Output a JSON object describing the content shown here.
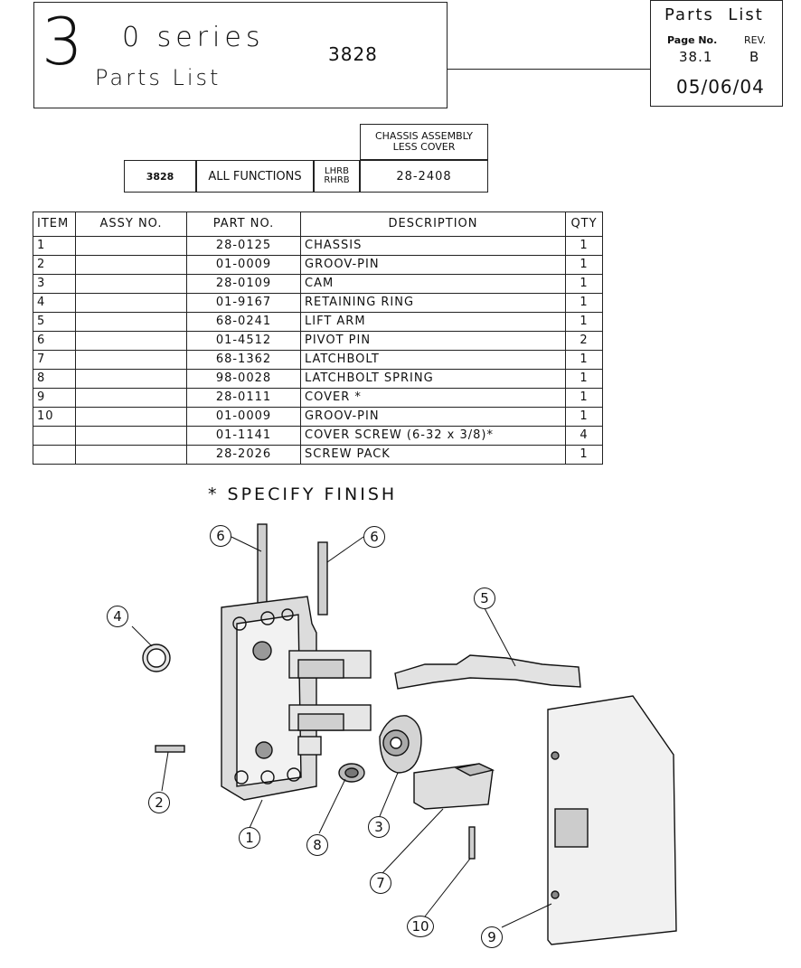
{
  "header": {
    "big_number": "3",
    "series_text": "0 series",
    "parts_list_text": "Parts List",
    "model": "3828"
  },
  "page_box": {
    "title": "Parts  List",
    "page_no_label": "Page No.",
    "rev_label": "REV.",
    "page_no": "38.1",
    "rev": "B",
    "date": "05/06/04"
  },
  "assembly_header": {
    "assembly_title_line1": "CHASSIS ASSEMBLY",
    "assembly_title_line2": "LESS COVER",
    "model": "3828",
    "function": "ALL FUNCTIONS",
    "hand_line1": "LHRB",
    "hand_line2": "RHRB",
    "part_no": "28-2408"
  },
  "parts_table": {
    "columns": [
      "ITEM",
      "ASSY NO.",
      "PART NO.",
      "DESCRIPTION",
      "QTY"
    ],
    "rows": [
      {
        "item": "1",
        "assy": "",
        "part": "28-0125",
        "desc": "CHASSIS",
        "qty": "1"
      },
      {
        "item": "2",
        "assy": "",
        "part": "01-0009",
        "desc": "GROOV-PIN",
        "qty": "1"
      },
      {
        "item": "3",
        "assy": "",
        "part": "28-0109",
        "desc": "CAM",
        "qty": "1"
      },
      {
        "item": "4",
        "assy": "",
        "part": "01-9167",
        "desc": "RETAINING RING",
        "qty": "1"
      },
      {
        "item": "5",
        "assy": "",
        "part": "68-0241",
        "desc": "LIFT ARM",
        "qty": "1"
      },
      {
        "item": "6",
        "assy": "",
        "part": "01-4512",
        "desc": "PIVOT PIN",
        "qty": "2"
      },
      {
        "item": "7",
        "assy": "",
        "part": "68-1362",
        "desc": "LATCHBOLT",
        "qty": "1"
      },
      {
        "item": "8",
        "assy": "",
        "part": "98-0028",
        "desc": "LATCHBOLT SPRING",
        "qty": "1"
      },
      {
        "item": "9",
        "assy": "",
        "part": "28-0111",
        "desc": "COVER *",
        "qty": "1"
      },
      {
        "item": "10",
        "assy": "",
        "part": "01-0009",
        "desc": "GROOV-PIN",
        "qty": "1"
      },
      {
        "item": "",
        "assy": "",
        "part": "01-1141",
        "desc": "COVER SCREW (6-32 x 3/8)*",
        "qty": "4"
      },
      {
        "item": "",
        "assy": "",
        "part": "28-2026",
        "desc": "SCREW PACK",
        "qty": "1"
      }
    ]
  },
  "note": "* SPECIFY FINISH",
  "callouts": {
    "c6a": "6",
    "c6b": "6",
    "c4": "4",
    "c5": "5",
    "c2": "2",
    "c1": "1",
    "c8": "8",
    "c3": "3",
    "c7": "7",
    "c10": "10",
    "c9": "9"
  }
}
